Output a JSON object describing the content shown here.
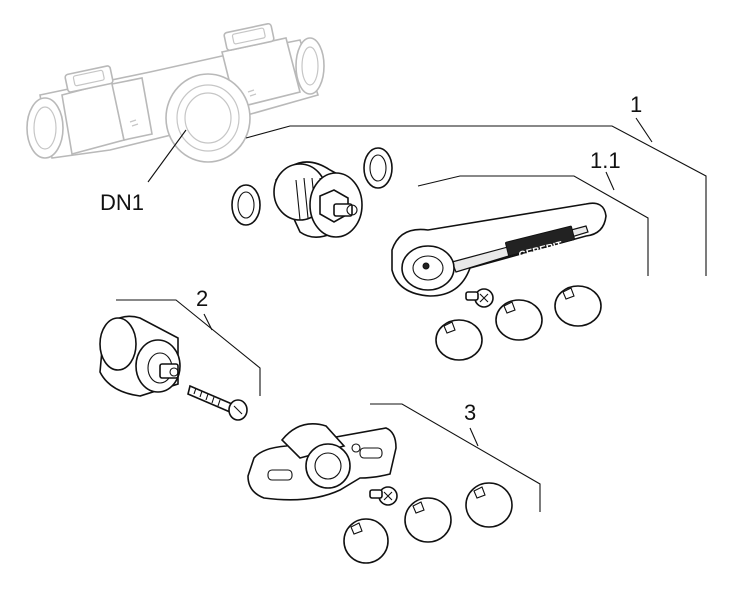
{
  "labels": {
    "fitting": "DN1",
    "item_1": "1",
    "item_1_1": "1.1",
    "item_2": "2",
    "item_3": "3"
  },
  "logo_text": "GEBERIT",
  "colors": {
    "line": "#111111",
    "ghost_line": "#b9b9b9",
    "background": "#ffffff"
  }
}
